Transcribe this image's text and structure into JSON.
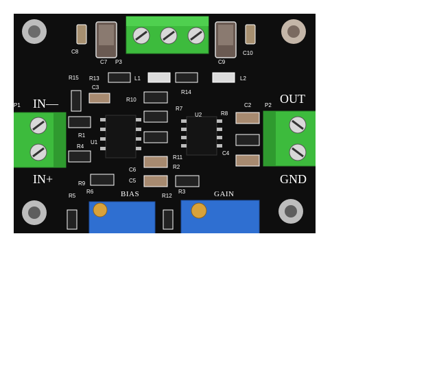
{
  "board": {
    "terminal_labels": {
      "in_minus": "IN—",
      "in_plus": "IN+",
      "out": "OUT",
      "gnd": "GND"
    },
    "pot_labels": {
      "bias": "BIAS",
      "gain": "GAIN"
    },
    "designators": {
      "p1": "P1",
      "p2": "P2",
      "p3": "P3",
      "u1": "U1",
      "u2": "U2",
      "l1": "L1",
      "l2": "L2",
      "c2": "C2",
      "c3": "C3",
      "c4": "C4",
      "c5": "C5",
      "c6": "C6",
      "c7": "C7",
      "c8": "C8",
      "c9": "C9",
      "c10": "C10",
      "r1": "R1",
      "r2": "R2",
      "r3": "R3",
      "r4": "R4",
      "r5": "R5",
      "r6": "R6",
      "r7": "R7",
      "r8": "R8",
      "r9": "R9",
      "r10": "R10",
      "r11": "R11",
      "r12": "R12",
      "r13": "R13",
      "r14": "R14",
      "r15": "R15"
    },
    "colors": {
      "pcb": "#0d0d0d",
      "terminal_green": "#3dbb3d",
      "pot_blue": "#2f6fd1",
      "pot_screw": "#d9a23a",
      "hole_ring": "#c9c9c9",
      "silkscreen": "#ffffff"
    }
  }
}
